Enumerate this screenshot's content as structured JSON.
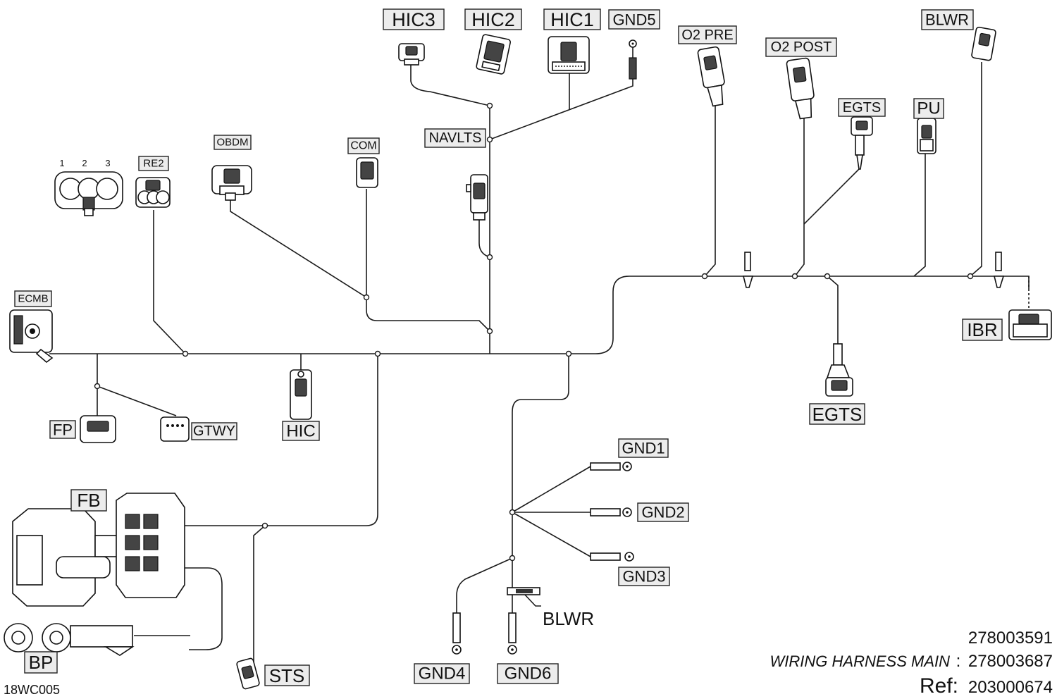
{
  "diagram": {
    "connectors": {
      "hic3": "HIC3",
      "hic2": "HIC2",
      "hic1": "HIC1",
      "gnd5": "GND5",
      "o2pre": "O2 PRE",
      "o2post": "O2 POST",
      "blwr_top": "BLWR",
      "egts_top": "EGTS",
      "pu": "PU",
      "navlts": "NAVLTS",
      "obdm": "OBDM",
      "com": "COM",
      "re2": "RE2",
      "ecmb": "ECMB",
      "ibr": "IBR",
      "egts_bottom": "EGTS",
      "fp": "FP",
      "gtwy": "GTWY",
      "hic": "HIC",
      "gnd1": "GND1",
      "gnd2": "GND2",
      "gnd3": "GND3",
      "fb": "FB",
      "bp": "BP",
      "sts": "STS",
      "gnd4": "GND4",
      "gnd6": "GND6",
      "blwr_bottom": "BLWR"
    },
    "relay_pins": [
      "1",
      "2",
      "3"
    ],
    "drawing_code": "18WC005",
    "part_number_1": "278003591",
    "harness_name": "WIRING HARNESS MAIN",
    "harness_colon": ":",
    "part_number_2": "278003687",
    "ref_label": "Ref:",
    "ref_number": "203000674"
  }
}
